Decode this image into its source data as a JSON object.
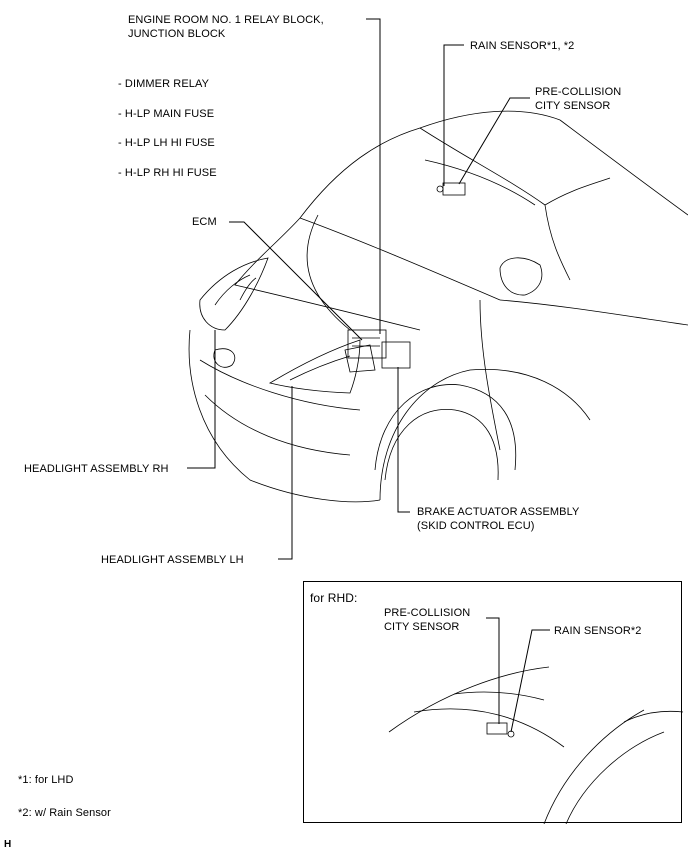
{
  "labels": {
    "engine_room": "ENGINE ROOM NO. 1 RELAY BLOCK,\nJUNCTION BLOCK",
    "rain_sensor_main": "RAIN SENSOR*1, *2",
    "pcs_main": "PRE-COLLISION\nCITY SENSOR",
    "dimmer_relay": "- DIMMER RELAY",
    "hlp_main_fuse": "- H-LP MAIN FUSE",
    "hlp_lh_hi_fuse": "- H-LP LH HI FUSE",
    "hlp_rh_hi_fuse": "- H-LP RH HI FUSE",
    "ecm": "ECM",
    "headlight_rh": "HEADLIGHT ASSEMBLY RH",
    "brake_actuator": "BRAKE ACTUATOR ASSEMBLY\n(SKID CONTROL ECU)",
    "headlight_lh": "HEADLIGHT ASSEMBLY LH"
  },
  "rhd_inset": {
    "title": "for RHD:",
    "pcs": "PRE-COLLISION\nCITY SENSOR",
    "rain_sensor": "RAIN SENSOR*2"
  },
  "footnotes": {
    "note1": "*1: for LHD",
    "note2": "*2: w/ Rain Sensor"
  },
  "figure_id": "H"
}
